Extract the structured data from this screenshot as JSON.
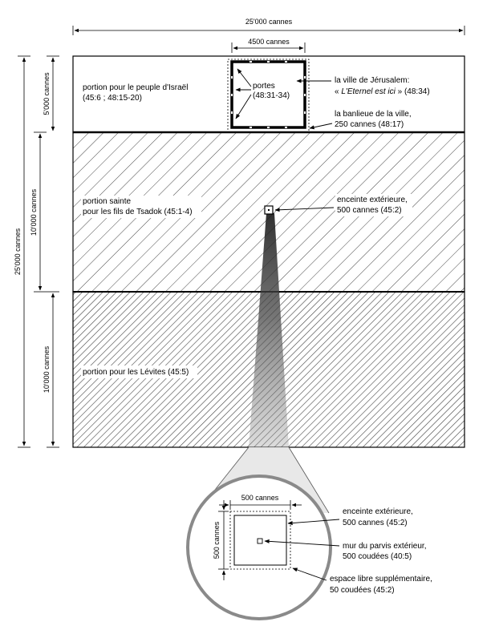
{
  "dimensions": {
    "total_width": "25'000 cannes",
    "city_width": "4500 cannes",
    "people_height": "5'000 cannes",
    "holy_height": "10'000 cannes",
    "levites_height": "10'000 cannes",
    "total_height": "25'000 cannes"
  },
  "people_portion": {
    "line1": "portion pour le peuple d'Israël",
    "line2": "(45:6 ; 48:15-20)"
  },
  "gates": {
    "line1": "portes",
    "line2": "(48:31-34)"
  },
  "city": {
    "line1": "la ville de Jérusalem:",
    "line2_prefix": "« ",
    "line2_italic": "L'Eternel est ici",
    "line2_suffix": " » (48:34)"
  },
  "suburbs": {
    "line1": "la banlieue de la ville,",
    "line2": "250 cannes (48:17)"
  },
  "holy_portion": {
    "line1": "portion sainte",
    "line2": "pour les fils de Tsadok (45:1-4)"
  },
  "outer_enclosure": {
    "line1": "enceinte extérieure,",
    "line2": "500 cannes (45:2)"
  },
  "levites_portion": {
    "line1": "portion pour les Lévites (45:5)"
  },
  "detail": {
    "width": "500 cannes",
    "height": "500 cannes",
    "enclosure_line1": "enceinte extérieure,",
    "enclosure_line2": "500 cannes (45:2)",
    "wall_line1": "mur du parvis extérieur,",
    "wall_line2": "500 coudées (40:5)",
    "space_line1": "espace libre supplémentaire,",
    "space_line2": "50 coudées (45:2)"
  }
}
